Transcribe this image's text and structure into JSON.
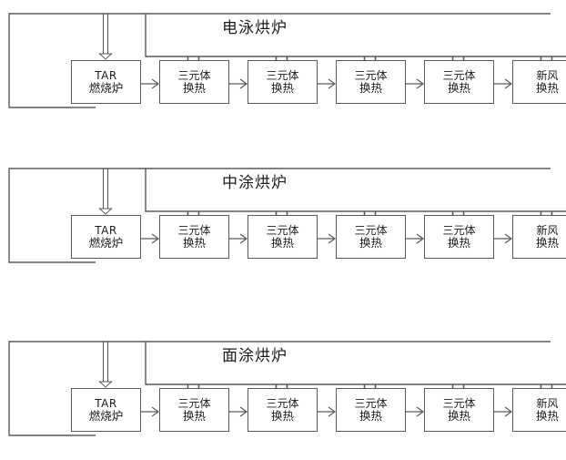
{
  "diagram": {
    "type": "process-flow",
    "background": "#ffffff",
    "line_color": "#5a5a5a",
    "text_color": "#1b1b1b",
    "sections": [
      {
        "id": "section-electrophoresis",
        "title": "电泳烘炉",
        "boxes": [
          {
            "id": "tar-burner",
            "line1": "TAR",
            "line2": "燃烧炉"
          },
          {
            "id": "ternary-hx-1",
            "line1": "三元体",
            "line2": "换热"
          },
          {
            "id": "ternary-hx-2",
            "line1": "三元体",
            "line2": "换热"
          },
          {
            "id": "ternary-hx-3",
            "line1": "三元体",
            "line2": "换热"
          },
          {
            "id": "ternary-hx-4",
            "line1": "三元体",
            "line2": "换热"
          },
          {
            "id": "fresh-air-hx",
            "line1": "新风",
            "line2": "换热"
          }
        ]
      },
      {
        "id": "section-midcoat",
        "title": "中涂烘炉",
        "boxes": [
          {
            "id": "tar-burner",
            "line1": "TAR",
            "line2": "燃烧炉"
          },
          {
            "id": "ternary-hx-1",
            "line1": "三元体",
            "line2": "换热"
          },
          {
            "id": "ternary-hx-2",
            "line1": "三元体",
            "line2": "换热"
          },
          {
            "id": "ternary-hx-3",
            "line1": "三元体",
            "line2": "换热"
          },
          {
            "id": "ternary-hx-4",
            "line1": "三元体",
            "line2": "换热"
          },
          {
            "id": "fresh-air-hx",
            "line1": "新风",
            "line2": "换热"
          }
        ]
      },
      {
        "id": "section-topcoat",
        "title": "面涂烘炉",
        "boxes": [
          {
            "id": "tar-burner",
            "line1": "TAR",
            "line2": "燃烧炉"
          },
          {
            "id": "ternary-hx-1",
            "line1": "三元体",
            "line2": "换热"
          },
          {
            "id": "ternary-hx-2",
            "line1": "三元体",
            "line2": "换热"
          },
          {
            "id": "ternary-hx-3",
            "line1": "三元体",
            "line2": "换热"
          },
          {
            "id": "ternary-hx-4",
            "line1": "三元体",
            "line2": "换热"
          },
          {
            "id": "fresh-air-hx",
            "line1": "新风",
            "line2": "换热"
          }
        ]
      }
    ]
  }
}
